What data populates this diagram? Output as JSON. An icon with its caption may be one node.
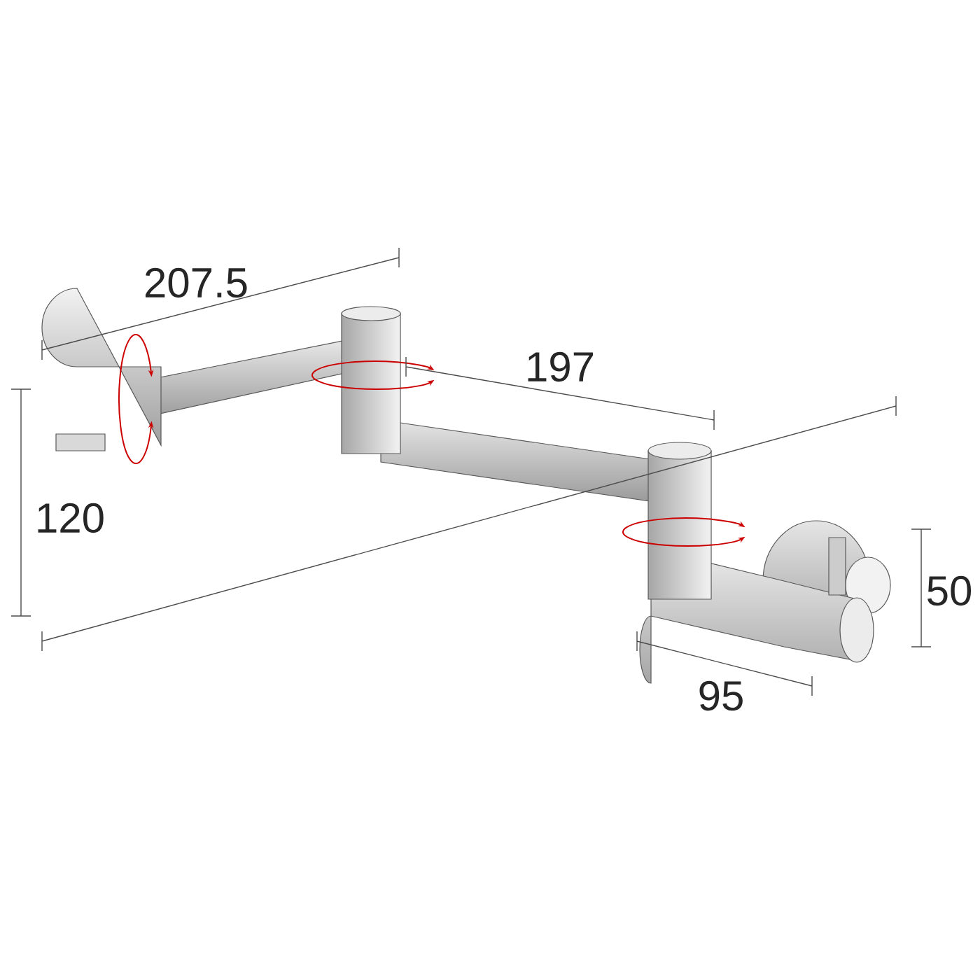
{
  "diagram": {
    "labels": [
      "207.5",
      "197",
      "120",
      "50",
      "95"
    ]
  }
}
